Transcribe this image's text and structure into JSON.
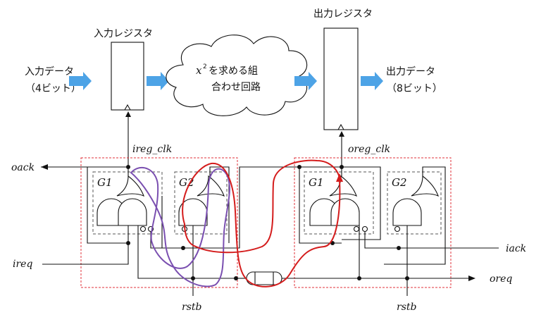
{
  "top": {
    "input_data_label": "入力データ",
    "input_data_bits": "（4ビット）",
    "input_register_label": "入力レジスタ",
    "cloud_line1_suffix": "を求める組",
    "cloud_var": "x",
    "cloud_exp": "2",
    "cloud_line2": "合わせ回路",
    "output_register_label": "出力レジスタ",
    "output_data_label": "出力データ",
    "output_data_bits": "（8ビット）"
  },
  "signals": {
    "ireg_clk": "ireg_clk",
    "oreg_clk": "oreg_clk",
    "oack": "oack",
    "ireq": "ireq",
    "iack": "iack",
    "oreq": "oreq",
    "rstb_left": "rstb",
    "rstb_right": "rstb"
  },
  "gates": {
    "left_g1": "G1",
    "left_g2": "G2",
    "right_g1": "G1",
    "right_g2": "G2"
  },
  "colors": {
    "arrow_blue": "#4da3e6",
    "loop_purple": "#7a4fb0",
    "loop_red": "#d41c1c",
    "box_dash_red": "#e0303a"
  }
}
